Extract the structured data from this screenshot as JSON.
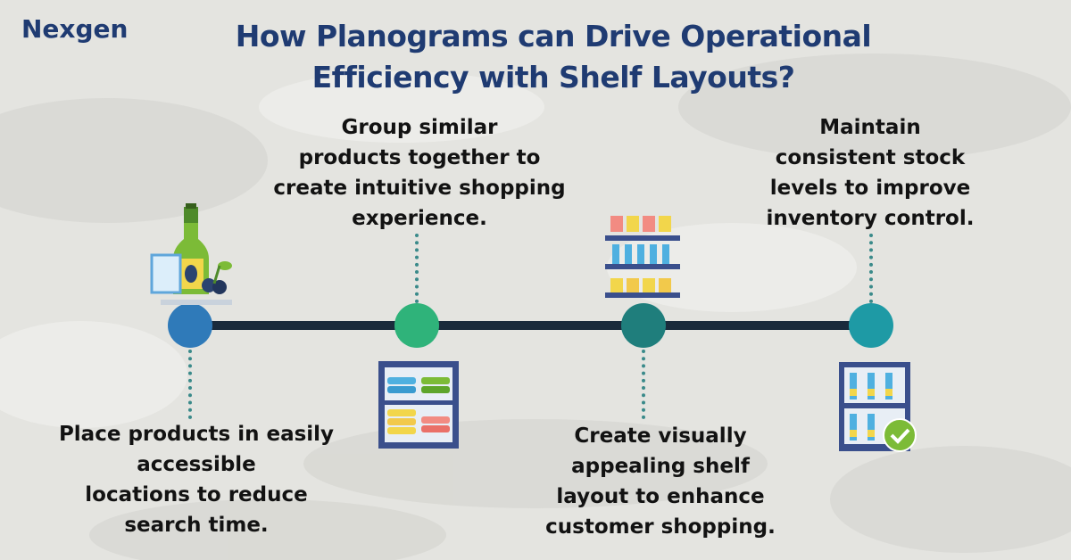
{
  "brand": "Nexgen",
  "title_line1": "How Planograms can Drive Operational",
  "title_line2": "Efficiency with Shelf Layouts?",
  "colors": {
    "title": "#1f3b72",
    "timeline": "#1a2b3c",
    "node1": "#2f7ab9",
    "node2": "#2fb37a",
    "node3": "#1f7e7c",
    "node4": "#1e9aa5"
  },
  "steps": [
    {
      "lines": [
        "Place products in easily",
        "accessible",
        "locations to reduce",
        "search time."
      ],
      "icon": "grocery-bottle-icon"
    },
    {
      "lines": [
        "Group similar",
        "products together to",
        "create intuitive shopping",
        "experience."
      ],
      "icon": "folded-clothes-shelf-icon"
    },
    {
      "lines": [
        "Create visually",
        "appealing shelf",
        "layout to enhance",
        "customer shopping."
      ],
      "icon": "store-shelf-icon"
    },
    {
      "lines": [
        "Maintain",
        "consistent stock",
        "levels to improve",
        "inventory control."
      ],
      "icon": "stock-check-shelf-icon"
    }
  ]
}
